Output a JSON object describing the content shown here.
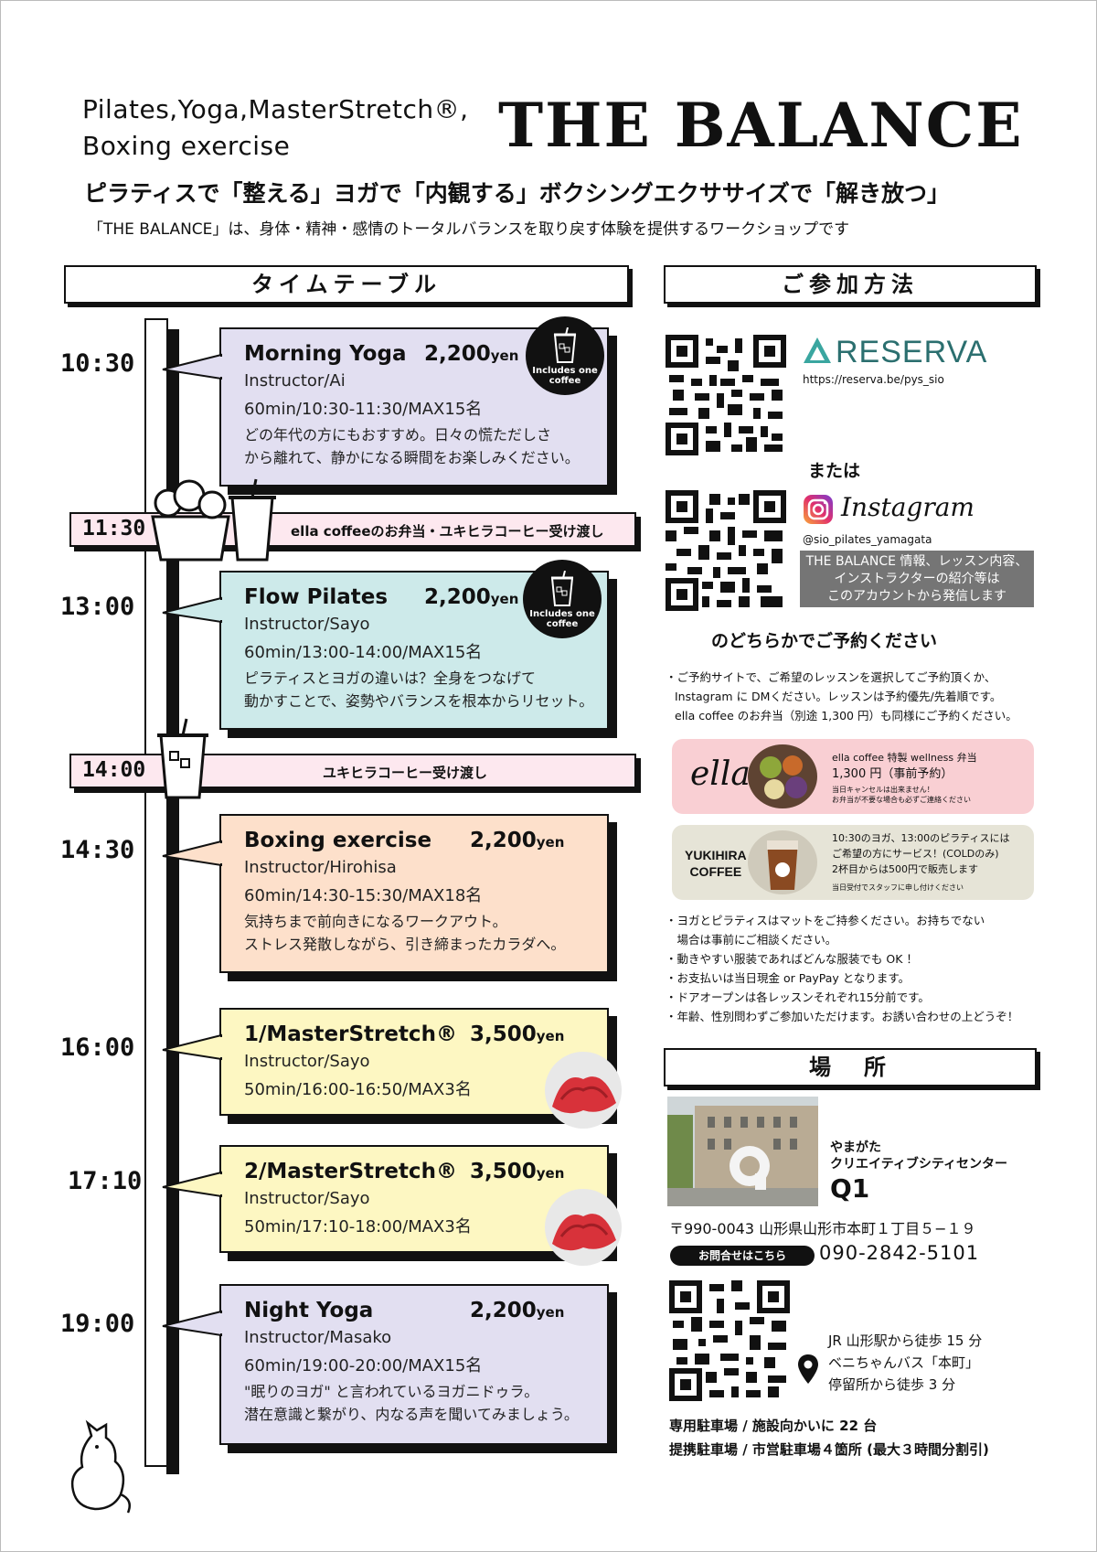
{
  "header": {
    "subtitle_line1": "Pilates,Yoga,MasterStretch®,",
    "subtitle_line2": "Boxing exercise",
    "brand": "THE BALANCE",
    "tagline": "ピラティスで「整える」ヨガで「内観する」ボクシングエクササイズで「解き放つ」",
    "description": "「THE BALANCE」は、身体・精神・感情のトータルバランスを取り戻す体験を提供するワークショップです"
  },
  "sections": {
    "timetable": "タイムテーブル",
    "how_to_join": "ご参加方法",
    "location": "場　所"
  },
  "times": [
    "10:30",
    "13:00",
    "14:30",
    "16:00",
    "17:10",
    "19:00"
  ],
  "classes": [
    {
      "title": "Morning Yoga",
      "price": "2,200",
      "unit": "yen",
      "instructor": "Instructor/Ai",
      "detail": "60min/10:30-11:30/MAX15名",
      "desc1": "どの年代の方にもおすすめ。日々の慌ただしさ",
      "desc2": "から離れて、静かになる瞬間をお楽しみください。",
      "badge": "Includes one coffee"
    },
    {
      "title": "Flow Pilates",
      "price": "2,200",
      "unit": "yen",
      "instructor": "Instructor/Sayo",
      "detail": "60min/13:00-14:00/MAX15名",
      "desc1": "ピラティスとヨガの違いは？全身をつなげて",
      "desc2": "動かすことで、姿勢やバランスを根本からリセット。",
      "badge": "Includes one coffee"
    },
    {
      "title": "Boxing exercise",
      "price": "2,200",
      "unit": "yen",
      "instructor": "Instructor/Hirohisa",
      "detail": "60min/14:30-15:30/MAX18名",
      "desc1": "気持ちまで前向きになるワークアウト。",
      "desc2": "ストレス発散しながら、引き締まったカラダへ。"
    },
    {
      "title": "1/MasterStretch®",
      "price": "3,500",
      "unit": "yen",
      "instructor": "Instructor/Sayo",
      "detail": "50min/16:00-16:50/MAX3名"
    },
    {
      "title": "2/MasterStretch®",
      "price": "3,500",
      "unit": "yen",
      "instructor": "Instructor/Sayo",
      "detail": "50min/17:10-18:00/MAX3名"
    },
    {
      "title": "Night Yoga",
      "price": "2,200",
      "unit": "yen",
      "instructor": "Instructor/Masako",
      "detail": "60min/19:00-20:00/MAX15名",
      "desc1": "\"眠りのヨガ\" と言われているヨガニドゥラ。",
      "desc2": "潜在意識と繋がり、内なる声を聞いてみましょう。"
    }
  ],
  "bands": [
    {
      "time": "11:30",
      "label": "ella coffeeのお弁当・ユキヒラコーヒー受け渡し"
    },
    {
      "time": "14:00",
      "label": "ユキヒラコーヒー受け渡し"
    }
  ],
  "booking": {
    "reserva_name": "RESERVA",
    "reserva_url": "https://reserva.be/pys_sio",
    "or_text": "または",
    "instagram_name": "Instagram",
    "instagram_handle": "@sio_pilates_yamagata",
    "gray_line1": "THE BALANCE 情報、レッスン内容、",
    "gray_line2": "インストラクターの紹介等は",
    "gray_line3": "このアカウントから発信します",
    "cta": "のどちらかでご予約ください",
    "note1": "・ご予約サイトで、ご希望のレッスンを選択してご予約頂くか、",
    "note2": "Instagram に DMください。レッスンは予約優先/先着順です。",
    "note3": "ella coffee のお弁当（別途 1,300 円）も同様にご予約ください。"
  },
  "promos": {
    "ella_logo": "ella",
    "ella_line1": "ella coffee 特製 wellness 弁当",
    "ella_line2": "1,300 円（事前予約）",
    "ella_line3": "当日キャンセルは出来ません！",
    "ella_line4": "お弁当が不要な場合も必ずご連絡ください",
    "yuki_logo1": "YUKIHIRA",
    "yuki_logo2": "COFFEE",
    "yuki_line1": "10:30のヨガ、13:00のピラティスには",
    "yuki_line2": "ご希望の方にサービス！(COLDのみ)",
    "yuki_line3": "2杯目からは500円で販売します",
    "yuki_line4": "当日受付でスタッフに申し付けください"
  },
  "rules": [
    "・ヨガとピラティスはマットをご持参ください。お持ちでない",
    "　場合は事前にご相談ください。",
    "・動きやすい服装であればどんな服装でも OK ！",
    "・お支払いは当日現金 or PayPay となります。",
    "・ドアオープンは各レッスンそれぞれ15分前です。",
    "・年齢、性別問わずご参加いただけます。お誘い合わせの上どうぞ！"
  ],
  "venue": {
    "name1": "やまがた",
    "name2": "クリエイティブシティセンター",
    "name3": "Q1",
    "address": "〒990-0043 山形県山形市本町１丁目５−１９",
    "contact_label": "お問合せはこちら",
    "phone": "090-2842-5101",
    "access1": "JR 山形駅から徒歩 15 分",
    "access2": "ベニちゃんバス「本町」",
    "access3": "停留所から徒歩 3 分",
    "parking1": "専用駐車場 / 施設向かいに 22 台",
    "parking2": "提携駐車場 / 市営駐車場４箇所 (最大３時間分割引)"
  },
  "colors": {
    "lavender": "#e2dff1",
    "aqua": "#cdeaea",
    "peach": "#fde0cb",
    "cream": "#fdf7c2",
    "pink_band": "#fde8ef",
    "ella_promo": "#f9cfd3",
    "yuki_promo": "#e6e4d7"
  }
}
